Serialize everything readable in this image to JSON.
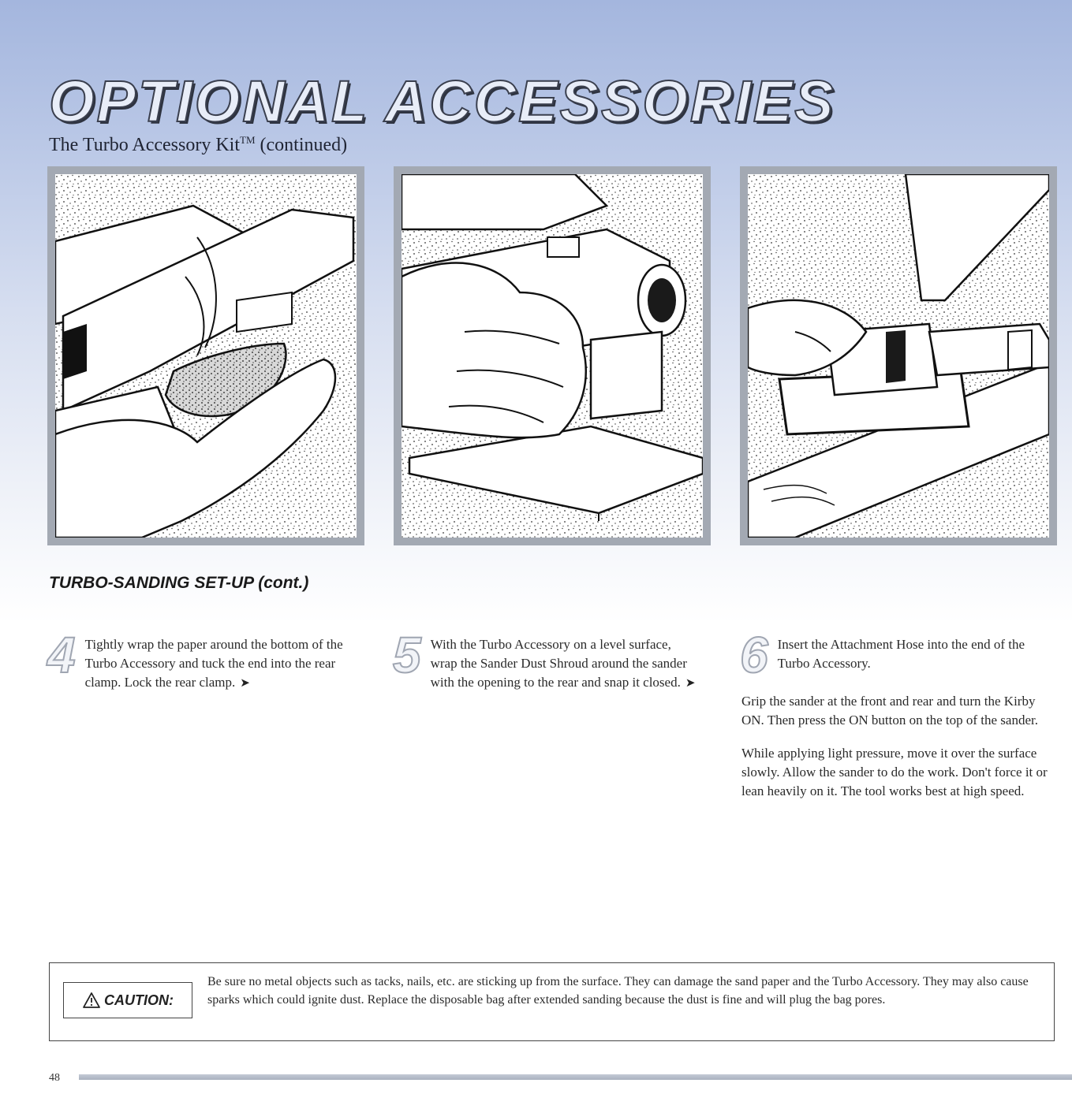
{
  "header": {
    "title": "OPTIONAL ACCESSORIES",
    "subtitle": "The Turbo Accessory Kit",
    "subtitle_mark": "TM",
    "subtitle_suffix": " (continued)"
  },
  "section": {
    "title": "TURBO-SANDING SET-UP (cont.)"
  },
  "steps": [
    {
      "number": "4",
      "text": "Tightly wrap the paper around the bottom of the Turbo Accessory and tuck the end into the rear clamp. Lock the rear clamp.",
      "arrow": "➤"
    },
    {
      "number": "5",
      "text": "With the Turbo Accessory on a level surface, wrap the Sander Dust Shroud around the sander with the opening to the rear and snap it closed.",
      "arrow": "➤"
    },
    {
      "number": "6",
      "text": "Insert the Attachment Hose into the end of the Turbo Accessory.",
      "para2": "Grip the sander at the front and rear and turn the Kirby ON. Then press the ON button on the top of the sander.",
      "para3": "While applying light pressure, move it over the surface slowly. Allow the sander to do the work. Don't force it or lean heavily on it. The tool works best at high speed."
    }
  ],
  "caution": {
    "label": "CAUTION:",
    "icon": "warning-triangle-icon",
    "text": "Be sure no metal objects such as tacks, nails, etc. are sticking up from the surface. They can damage the sand paper and the Turbo Accessory. They may also cause sparks which could ignite dust. Replace the disposable bag after extended sanding because the dust is fine and will plug the bag pores."
  },
  "footer": {
    "page_number": "48"
  },
  "colors": {
    "header_band": "#a4b6de",
    "panel_border": "#a3a9b3",
    "footer_rule": "#b5bcc8"
  }
}
